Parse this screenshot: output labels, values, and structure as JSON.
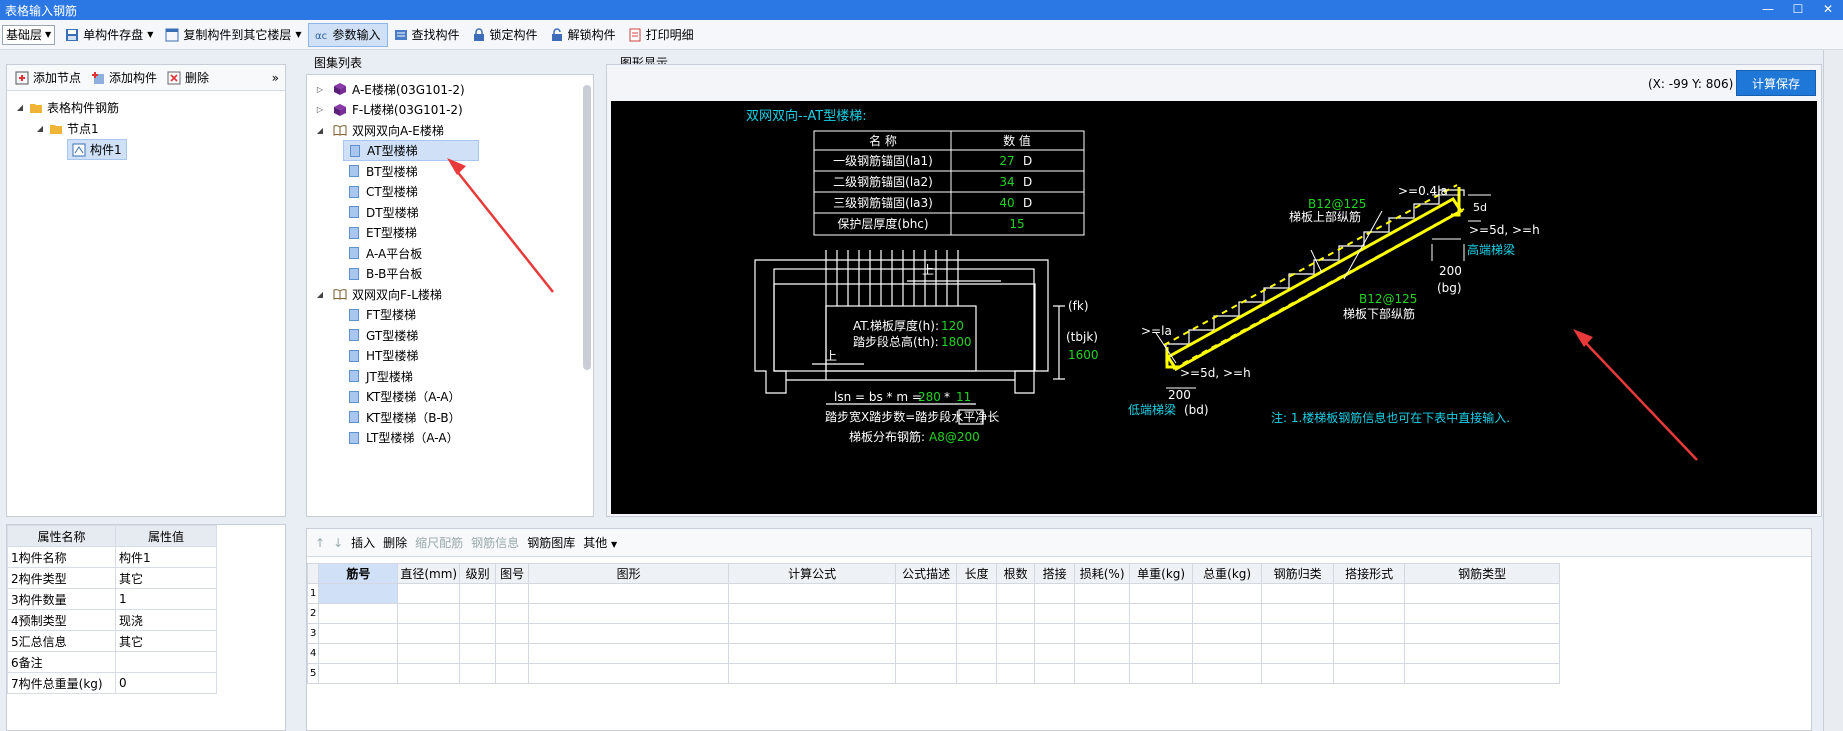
{
  "window": {
    "title": "表格输入钢筋"
  },
  "toolbar": {
    "floor": "基础层",
    "save_comp": "单构件存盘",
    "copy_comp": "复制构件到其它楼层",
    "param_input": "参数输入",
    "find_comp": "查找构件",
    "lock_comp": "锁定构件",
    "unlock_comp": "解锁构件",
    "print_detail": "打印明细"
  },
  "left": {
    "add_node": "添加节点",
    "add_comp": "添加构件",
    "delete": "删除",
    "more": "»",
    "tree": [
      {
        "label": "表格构件钢筋"
      },
      {
        "label": "节点1"
      },
      {
        "label": "构件1"
      }
    ]
  },
  "props": {
    "headers": [
      "属性名称",
      "属性值"
    ],
    "rows": [
      {
        "n": "1",
        "name": "构件名称",
        "value": "构件1"
      },
      {
        "n": "2",
        "name": "构件类型",
        "value": "其它"
      },
      {
        "n": "3",
        "name": "构件数量",
        "value": "1"
      },
      {
        "n": "4",
        "name": "预制类型",
        "value": "现浇"
      },
      {
        "n": "5",
        "name": "汇总信息",
        "value": "其它"
      },
      {
        "n": "6",
        "name": "备注",
        "value": ""
      },
      {
        "n": "7",
        "name": "构件总重量(kg)",
        "value": "0"
      }
    ]
  },
  "atlas": {
    "title": "图集列表",
    "items": [
      {
        "label": "A-E楼梯(03G101-2)"
      },
      {
        "label": "F-L楼梯(03G101-2)"
      },
      {
        "label": "双网双向A-E楼梯"
      },
      {
        "label": "AT型楼梯"
      },
      {
        "label": "BT型楼梯"
      },
      {
        "label": "CT型楼梯"
      },
      {
        "label": "DT型楼梯"
      },
      {
        "label": "ET型楼梯"
      },
      {
        "label": "A-A平台板"
      },
      {
        "label": "B-B平台板"
      },
      {
        "label": "双网双向F-L楼梯"
      },
      {
        "label": "FT型楼梯"
      },
      {
        "label": "GT型楼梯"
      },
      {
        "label": "HT型楼梯"
      },
      {
        "label": "JT型楼梯"
      },
      {
        "label": "KT型楼梯（A-A）"
      },
      {
        "label": "KT型楼梯（B-B）"
      },
      {
        "label": "LT型楼梯（A-A）"
      }
    ]
  },
  "graphic": {
    "title": "图形显示",
    "coords": "(X: -99 Y: 806)",
    "calc_save": "计算保存",
    "dwg_title": "双网双向--AT型楼梯:",
    "tbl_head": [
      "名  称",
      "数  值"
    ],
    "tbl_rows": [
      {
        "name": "一级钢筋锚固(la1)",
        "val": "27",
        "unit": "D"
      },
      {
        "name": "二级钢筋锚固(la2)",
        "val": "34",
        "unit": "D"
      },
      {
        "name": "三级钢筋锚固(la3)",
        "val": "40",
        "unit": "D"
      },
      {
        "name": "保护层厚度(bhc)",
        "val": "15",
        "unit": ""
      }
    ],
    "up": "上",
    "h_label": "AT.梯板厚度(h):",
    "h_val": "120",
    "th_label": "踏步段总高(th):",
    "th_val": "1800",
    "fk": "(fk)",
    "tbjk": "(tbjk)",
    "tbjk_val": "1600",
    "lsn_a": "lsn = bs * m =",
    "lsn_b": "280",
    "lsn_c": "*",
    "lsn_d": "11",
    "lsn_desc": "踏步宽X踏步数=踏步段水平净长",
    "dist_label": "梯板分布钢筋:",
    "dist_val": "A8@200",
    "top_bar_code": "B12@125",
    "top_bar": "梯板上部纵筋",
    "bot_bar_code": "B12@125",
    "bot_bar": "梯板下部纵筋",
    "d041": ">=0.4la",
    "d5a": "5d",
    "d5b": ">=5d, >=h",
    "high_beam": "高端梯梁",
    "v200r": "200",
    "bg": "(bg)",
    "la": ">=la",
    "d5c": ">=5d, >=h",
    "v200l": "200",
    "low_beam": "低端梯梁",
    "bd": "(bd)",
    "note": "注: 1.楼梯板钢筋信息也可在下表中直接输入."
  },
  "grid": {
    "toolbar": {
      "up": "↑",
      "down": "↓",
      "insert": "插入",
      "delete": "删除",
      "scale": "缩尺配筋",
      "rebar_info": "钢筋信息",
      "lib": "钢筋图库",
      "other": "其他"
    },
    "headers": [
      "筋号",
      "直径(mm)",
      "级别",
      "图号",
      "图形",
      "计算公式",
      "公式描述",
      "长度",
      "根数",
      "搭接",
      "损耗(%)",
      "单重(kg)",
      "总重(kg)",
      "钢筋归类",
      "搭接形式",
      "钢筋类型"
    ],
    "rows": [
      "1",
      "2",
      "3",
      "4",
      "5"
    ]
  },
  "colors": {
    "accent": "#2b78e4",
    "green": "#22d322",
    "cyan": "#19d0e6",
    "yellow": "#ffff00"
  }
}
